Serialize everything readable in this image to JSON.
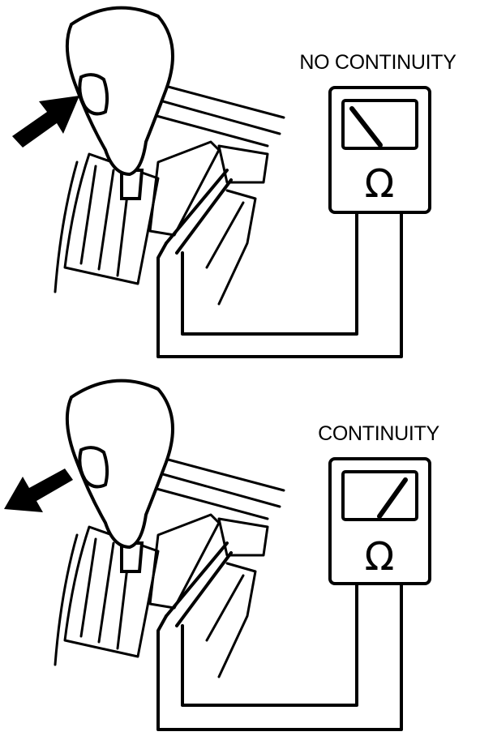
{
  "panels": [
    {
      "id": "top",
      "label": "NO CONTINUITY",
      "ohm_symbol": "Ω",
      "arrow_direction": "toward-button"
    },
    {
      "id": "bottom",
      "label": "CONTINUITY",
      "ohm_symbol": "Ω",
      "arrow_direction": "away-from-button"
    }
  ],
  "colors": {
    "ink": "#000000",
    "background": "#ffffff"
  }
}
